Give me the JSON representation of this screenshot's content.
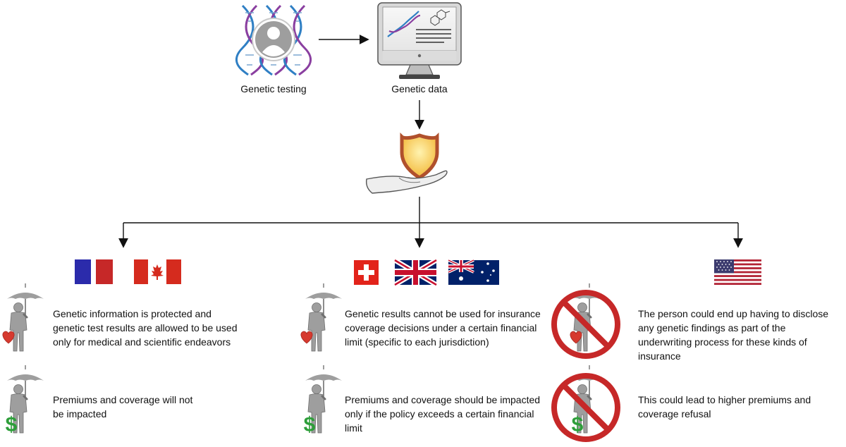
{
  "top": {
    "testing_label": "Genetic testing",
    "data_label": "Genetic data"
  },
  "groups": {
    "left": {
      "countries": [
        "France",
        "Canada"
      ],
      "health_text": "Genetic information is protected and genetic test results are allowed to be used only for medical and scientific endeavors",
      "finance_text": "Premiums and coverage will not be impacted"
    },
    "middle": {
      "countries": [
        "Switzerland",
        "United Kingdom",
        "Australia"
      ],
      "health_text": "Genetic results cannot be used for insurance coverage decisions under a certain financial limit (specific to each jurisdiction)",
      "finance_text": "Premiums and coverage should be impacted only if the policy exceeds a certain financial limit"
    },
    "right": {
      "countries": [
        "United States"
      ],
      "health_text": "The person could end up having to disclose any genetic findings as part of the underwriting process for these kinds of insurance",
      "finance_text": "This could lead to higher premiums and coverage refusal"
    }
  },
  "icons": {
    "dna": "dna-helix-icon",
    "person": "person-avatar-icon",
    "monitor": "monitor-icon",
    "shield": "shield-icon",
    "hand": "hand-icon",
    "umbrella": "umbrella-person-icon",
    "heart": "heart-icon",
    "dollar": "dollar-icon",
    "prohibited": "prohibition-icon"
  },
  "colors": {
    "dna_blue": "#2f7fc4",
    "dna_purple": "#8a3fa0",
    "shield_gold": "#f6c94e",
    "shield_rim": "#b0502c",
    "heart_red": "#d63a2f",
    "dollar_green": "#2e9e3a",
    "prohibit_red": "#c62828",
    "figure_gray": "#9e9e9e"
  }
}
